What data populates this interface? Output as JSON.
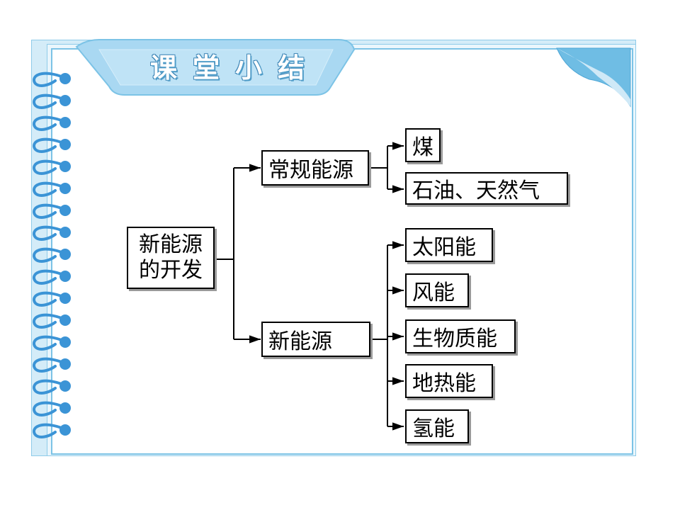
{
  "header": {
    "title": "课堂小结"
  },
  "diagram": {
    "root": {
      "line1": "新能源",
      "line2": "的开发"
    },
    "branches": [
      {
        "label": "常规能源",
        "children": [
          "煤",
          "石油、天然气"
        ]
      },
      {
        "label": "新能源",
        "children": [
          "太阳能",
          "风能",
          "生物质能",
          "地热能",
          "氢能"
        ]
      }
    ]
  },
  "colors": {
    "notebook_blue": "#7cc3e6",
    "tab_blue": "#a9d8f2",
    "ring_blue": "#3b94d6",
    "line": "#000000"
  }
}
